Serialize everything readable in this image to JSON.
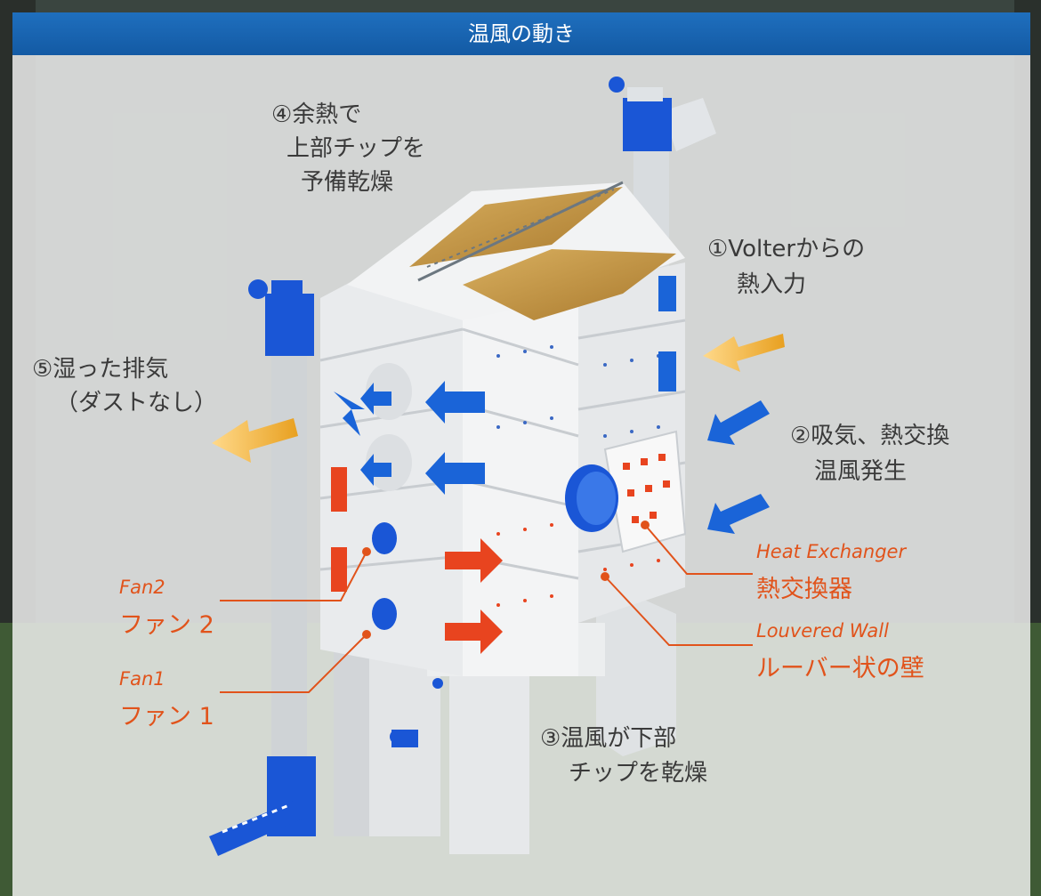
{
  "header": {
    "title": "温風の動き"
  },
  "steps": {
    "s1_line1": "①Volterからの",
    "s1_line2": "熱入力",
    "s2_line1": "②吸気、熱交換",
    "s2_line2": "温風発生",
    "s3_line1": "③温風が下部",
    "s3_line2": "チップを乾燥",
    "s4_line1": "④余熱で",
    "s4_line2": "上部チップを",
    "s4_line3": "予備乾燥",
    "s5_line1": "⑤湿った排気",
    "s5_line2": "（ダストなし）"
  },
  "components": {
    "heat_exchanger_en": "Heat Exchanger",
    "heat_exchanger_jp": "熱交換器",
    "louvered_wall_en": "Louvered Wall",
    "louvered_wall_jp": "ルーバー状の壁",
    "fan2_en": "Fan2",
    "fan2_jp": "ファン 2",
    "fan1_en": "Fan1",
    "fan1_jp": "ファン 1"
  },
  "colors": {
    "title_bar": "#1769b7",
    "callout": "#e1531b",
    "hot_air": "#e8441f",
    "cool_air": "#1a64d8",
    "exhaust_arrow": "#f0b030",
    "chips": "#c99a45"
  }
}
